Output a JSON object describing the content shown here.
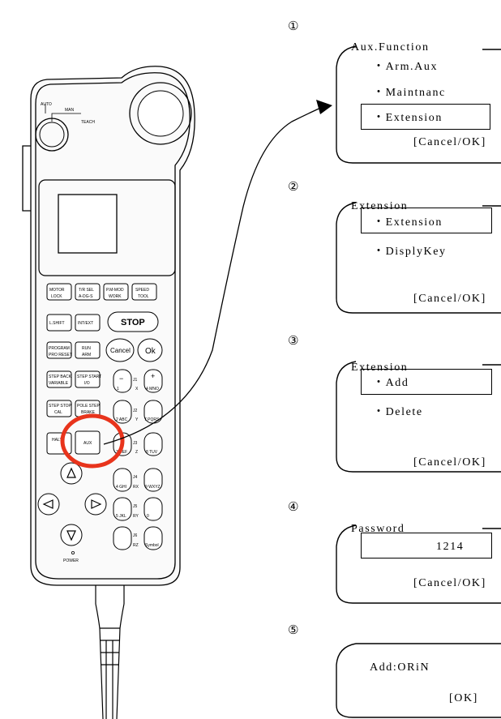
{
  "pendant": {
    "mode_switch": {
      "auto": "AUTO",
      "man": "MAN",
      "teach": "TEACH"
    },
    "buttons": {
      "motor": "MOTOR",
      "lock": "LOCK",
      "tr_sel": "T/R SEL",
      "a_dg_s": "A-DG-S",
      "pm_mod": "P.M-MOD",
      "work": "WORK",
      "speed": "SPEED",
      "tool": "TOOL",
      "l_shift": "L.SHIFT",
      "int_ext": "INT/EXT",
      "stop": "STOP",
      "program": "PROGRAM",
      "pro_reset": "PRO RESET",
      "run": "RUN",
      "arm": "ARM",
      "cancel": "Cancel",
      "ok": "Ok",
      "step_back": "STEP BACK",
      "variable": "VARIABLE",
      "step_start": "STEP START",
      "io": "I/O",
      "step_stop": "STEP STOP",
      "cal": "CAL",
      "pole_step": "POLE STEP",
      "brake": "BRAKE",
      "halt": "HALT",
      "aux": "AUX",
      "minus": "−",
      "plus": "+",
      "k_1": "1",
      "k_x": "X",
      "k_4mno": "4 MNO",
      "k_2abc": "2 ABC",
      "k_y": "Y",
      "k_7pqrs": "7 PQRS",
      "k_3def": "3 DEF",
      "k_z": "Z",
      "k_8tuv": "8 TUV",
      "k_4ghi": "4 GHI",
      "k_5wxyz": "9 WXYZ",
      "k_5jkl": "5 JKL",
      "k_0": "0",
      "k_sym": "Symbol",
      "j1": "J1",
      "j2": "J2",
      "j3": "J3",
      "j4": "J4",
      "j5": "J5",
      "j6": "J6",
      "rx": "RX",
      "ry": "RY",
      "rz": "RZ",
      "power": "POWER"
    }
  },
  "steps": [
    {
      "num": "①",
      "title": "Aux.Function",
      "items": [
        "・Arm.Aux",
        "・Maintnanc",
        "・Extension"
      ],
      "selected": 2,
      "footer": "[Cancel/OK]"
    },
    {
      "num": "②",
      "title": "Extension",
      "items": [
        "・Extension",
        "・DisplyKey"
      ],
      "selected": 0,
      "footer": "[Cancel/OK]"
    },
    {
      "num": "③",
      "title": "Extension",
      "items": [
        "・Add",
        "・Delete"
      ],
      "selected": 0,
      "footer": "[Cancel/OK]"
    },
    {
      "num": "④",
      "title": "Password",
      "value": "1214",
      "footer": "[Cancel/OK]"
    },
    {
      "num": "⑤",
      "message": "Add:ORiN",
      "footer": "[OK]"
    }
  ],
  "colors": {
    "highlight": "#e8341c",
    "stroke": "#000000"
  }
}
